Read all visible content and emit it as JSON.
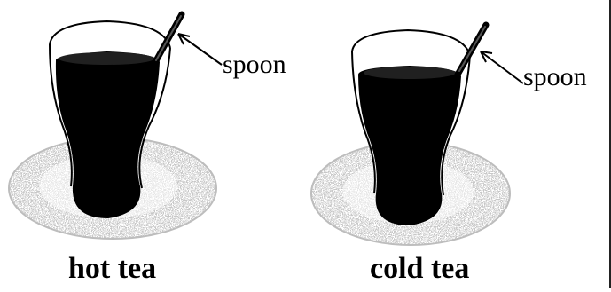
{
  "figure": {
    "panels": [
      {
        "spoon_label": "spoon",
        "caption": "hot tea"
      },
      {
        "spoon_label": "spoon",
        "caption": "cold tea"
      }
    ]
  },
  "colors": {
    "tea": "#000000",
    "glass_outline": "#000000",
    "saucer_speckle": "#9a9a9a",
    "background": "#ffffff"
  }
}
